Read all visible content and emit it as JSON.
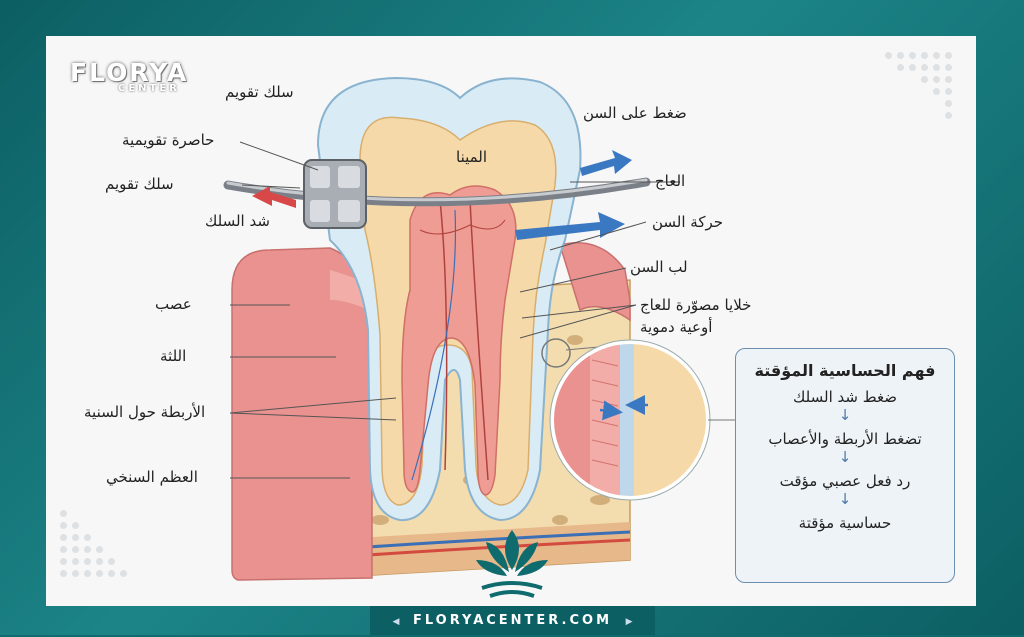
{
  "brand": {
    "logo_main": "FLORYA",
    "logo_sub": "CENTER",
    "footer_url": "FLORYACENTER.COM"
  },
  "labels": {
    "braces_wire_top": "سلك تقويم",
    "bracket": "حاصرة تقويمية",
    "braces_wire": "سلك تقويم",
    "wire_tension": "شد السلك",
    "nerve": "عصب",
    "gum": "اللثة",
    "periodontal_ligaments": "الأربطة حول السنية",
    "cancellous_bone": "العظم السنخي",
    "pressure_on_tooth": "ضغط على السن",
    "enamel": "المينا",
    "dentin": "العاج",
    "tooth_movement": "حركة السن",
    "pulp": "لب السن",
    "odontoblasts": "خلايا مصوّرة للعاج",
    "blood_vessels": "أوعية دموية"
  },
  "info_box": {
    "title": "فهم الحساسية المؤقتة",
    "steps": [
      "ضغط شد السلك",
      "تضغط الأربطة والأعصاب",
      "رد فعل عصبي مؤقت",
      "حساسية مؤقتة"
    ],
    "arrow": "↓"
  },
  "colors": {
    "frame": "#0f6b6e",
    "gum": "#e9928f",
    "bone": "#f3dcae",
    "enamel": "#d9ecf6",
    "dentin": "#f6d9a8",
    "pulp": "#ef9d94",
    "arrow_blue": "#3b78c2",
    "arrow_red": "#d94848"
  },
  "icons": [
    "brand-leaf-icon",
    "direction-arrow-icon"
  ]
}
